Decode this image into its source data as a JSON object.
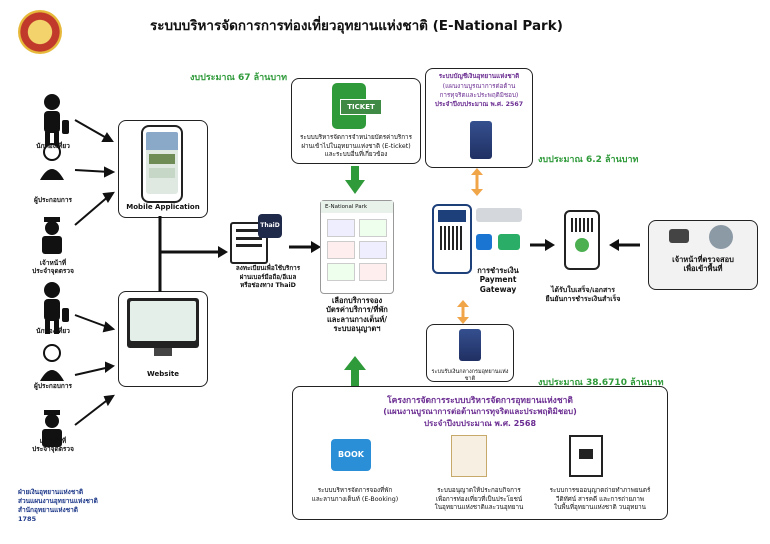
{
  "title": "ระบบบริหารจัดการการท่องเที่ยวอุทยานแห่งชาติ (E-National Park)",
  "budget_67": "งบประมาณ 67 ล้านบาท",
  "budget_6_2": "งบประมาณ 6.2 ล้านบาท",
  "budget_38": "งบประมาณ 38.6710 ล้านบาท",
  "left_users_top": [
    "นักท่องเที่ยว",
    "ผู้ประกอบการ",
    "เจ้าหน้าที่\nประจำจุดตรวจ"
  ],
  "left_users_bottom": [
    "นักท่องเที่ยว",
    "ผู้ประกอบการ",
    "เจ้าหน้าที่\nประจำจุดตรวจ"
  ],
  "mobile_app_label": "Mobile Application",
  "website_label": "Website",
  "register_text": "ลงทะเบียนเพื่อใช้บริการ\nผ่านเบอร์มือถือ/อีเมล\nหรือช่องทาง ThaiD",
  "thaid_logo": "ThaiD",
  "ticket_text": "TICKET",
  "eticket_caption": "ระบบบริหารจัดการจำหน่ายบัตรค่าบริการ\nผ่านเข้าไปในอุทยานแห่งชาติ (E-ticket)\nและระบบอื่นที่เกี่ยวข้อง",
  "center_app_header": "E-National Park",
  "center_caption": "เลือกบริการจอง\nบัตรค่าบริการ/ที่พัก\nและลานกางเต็นท์/\nระบบอนุญาตฯ",
  "account_box": {
    "title": "ระบบบัญชีเงินอุทยานแห่งชาติ",
    "line2": "(แผนงานบูรณาการต่อต้าน\nการทุจริตและประพฤติมิชอบ)",
    "line3": "ประจำปีงบประมาณ พ.ศ. 2567"
  },
  "payment_label": "การชำระเงิน\nPayment\nGateway",
  "receipt_label": "ได้รับใบเสร็จ/เอกสาร\nยืนยันการชำระเงินสำเร็จ",
  "officer_label": "เจ้าหน้าที่ตรวจสอบ\nเพื่อเข้าพื้นที่",
  "server_caption": "ระบบรับเงินกลางกรมอุทยานแห่งชาติ",
  "project_box": {
    "line1": "โครงการจัดการระบบบริหารจัดการอุทยานแห่งชาติ",
    "line2": "(แผนงานบูรณาการต่อต้านการทุจริตและประพฤติมิชอบ)",
    "line3": "ประจำปีงบประมาณ พ.ศ. 2568",
    "items": [
      {
        "icon_text": "BOOK",
        "caption": "ระบบบริหารจัดการจองที่พัก\nและลานกางเต็นท์ (E-Booking)"
      },
      {
        "icon_text": "",
        "caption": "ระบบอนุญาตให้ประกอบกิจการ\nเพื่อการท่องเที่ยวที่เป็นประโยชน์\nในอุทยานแห่งชาติและวนอุทยาน"
      },
      {
        "icon_text": "",
        "caption": "ระบบการขออนุญาตถ่ายทำภาพยนตร์\nวีดิทัศน์ สารคดี และการถ่ายภาพ\nในพื้นที่อุทยานแห่งชาติ วนอุทยาน"
      }
    ]
  },
  "footer": [
    "ฝ่ายเงินอุทยานแห่งชาติ",
    "ส่วนแผนงานอุทยานแห่งชาติ",
    "สำนักอุทยานแห่งชาติ",
    "1785"
  ]
}
